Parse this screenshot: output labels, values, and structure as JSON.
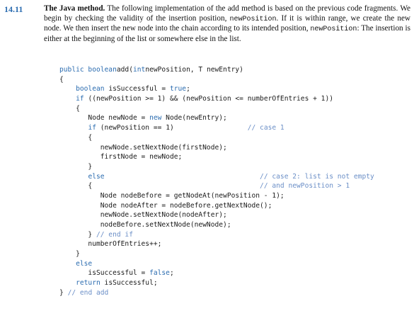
{
  "section": {
    "number": "14.11",
    "lead": "The Java method.",
    "text_1": " The following implementation of the add method is based on the previous code fragments. We begin by checking the validity of the insertion position, ",
    "mono_1": "newPosition",
    "text_2": ". If it is within range, we create the new node. We then insert the new node into the chain according to its intended position, ",
    "mono_2": "newPosition",
    "text_3": ": The insertion is either at the beginning of the list or somewhere else in the list."
  },
  "code": {
    "lines": [
      [
        [
          "kw",
          "public boolean"
        ],
        [
          "",
          "add("
        ],
        [
          "kw",
          "int"
        ],
        [
          "",
          "newPosition, T newEntry)"
        ]
      ],
      [
        [
          "",
          "{"
        ]
      ],
      [
        [
          "",
          "    "
        ],
        [
          "kw",
          "boolean"
        ],
        [
          "",
          " isSuccessful = "
        ],
        [
          "kw",
          "true"
        ],
        [
          "",
          ";"
        ]
      ],
      [
        [
          "",
          "    "
        ],
        [
          "kw",
          "if"
        ],
        [
          "",
          " ((newPosition >= 1) && (newPosition <= numberOfEntries + 1))"
        ]
      ],
      [
        [
          "",
          "    {"
        ]
      ],
      [
        [
          "",
          "       Node newNode = "
        ],
        [
          "kw",
          "new"
        ],
        [
          "",
          " Node(newEntry);"
        ]
      ],
      [
        [
          "",
          "       "
        ],
        [
          "kw",
          "if"
        ],
        [
          "",
          " (newPosition == 1)"
        ],
        [
          "",
          "                  "
        ],
        [
          "cm",
          "// case 1"
        ]
      ],
      [
        [
          "",
          "       {"
        ]
      ],
      [
        [
          "",
          "          newNode.setNextNode(firstNode);"
        ]
      ],
      [
        [
          "",
          "          firstNode = newNode;"
        ]
      ],
      [
        [
          "",
          "       }"
        ]
      ],
      [
        [
          "",
          "       "
        ],
        [
          "kw",
          "else"
        ],
        [
          "",
          "                                      "
        ],
        [
          "cm",
          "// case 2: list is not empty"
        ]
      ],
      [
        [
          "",
          "       {"
        ],
        [
          "",
          "                                         "
        ],
        [
          "cm",
          "// and newPosition > 1"
        ]
      ],
      [
        [
          "",
          "          Node nodeBefore = getNodeAt(newPosition - 1);"
        ]
      ],
      [
        [
          "",
          "          Node nodeAfter = nodeBefore.getNextNode();"
        ]
      ],
      [
        [
          "",
          "          newNode.setNextNode(nodeAfter);"
        ]
      ],
      [
        [
          "",
          "          nodeBefore.setNextNode(newNode);"
        ]
      ],
      [
        [
          "",
          "       } "
        ],
        [
          "cm",
          "// end if"
        ]
      ],
      [
        [
          "",
          "       numberOfEntries++;"
        ]
      ],
      [
        [
          "",
          "    }"
        ]
      ],
      [
        [
          "",
          "    "
        ],
        [
          "kw",
          "else"
        ]
      ],
      [
        [
          "",
          "       isSuccessful = "
        ],
        [
          "kw",
          "false"
        ],
        [
          "",
          ";"
        ]
      ],
      [
        [
          "",
          "    "
        ],
        [
          "kw",
          "return"
        ],
        [
          "",
          " isSuccessful;"
        ]
      ],
      [
        [
          "",
          "} "
        ],
        [
          "cm",
          "// end add"
        ]
      ]
    ]
  }
}
